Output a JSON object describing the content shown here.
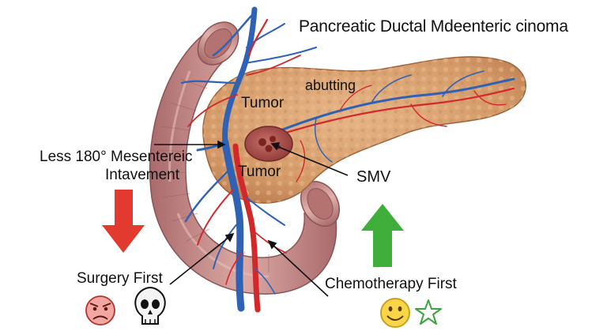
{
  "title": "Pancreatic Ductal Mdeenteric cinoma",
  "labels": {
    "abutting": "abutting",
    "tumor_upper": "Tumor",
    "tumor_lower": "Tumor",
    "mesenteric_line1": "Less 180° Mesentereic",
    "mesenteric_line2": "Intavement",
    "smv": "SMV",
    "surgery_first": "Surgery First",
    "chemotherapy_first": "Chemotherapy First"
  },
  "icons": {
    "surgery": [
      "angry-face-icon",
      "skull-icon"
    ],
    "chemotherapy": [
      "smiley-face-icon",
      "star-outline-icon"
    ],
    "down_arrow": "red-down-arrow-icon",
    "up_arrow": "green-up-arrow-icon"
  },
  "colors": {
    "vein": "#2f62b5",
    "artery": "#d2282c",
    "pancreas": "#d9a072",
    "duodenum": "#c9938f",
    "down_arrow": "#e23a2e",
    "up_arrow": "#3fae3a",
    "star": "#3aa53a"
  }
}
